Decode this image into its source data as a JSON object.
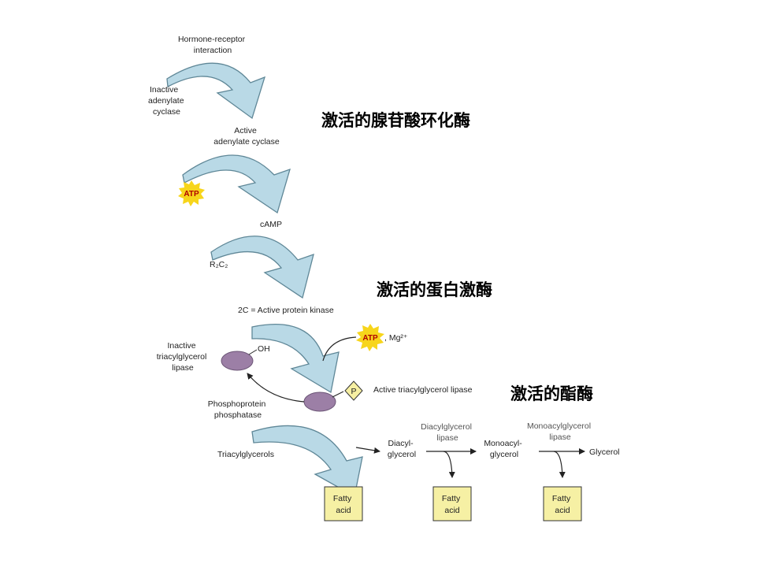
{
  "labels": {
    "hormone_receptor": [
      "Hormone-receptor",
      "interaction"
    ],
    "inactive_adenylate": [
      "Inactive",
      "adenylate",
      "cyclase"
    ],
    "active_adenylate": [
      "Active",
      "adenylate cyclase"
    ],
    "atp": "ATP",
    "camp": "cAMP",
    "r2c2": "R₂C₂",
    "active_protein_kinase": "2C = Active protein kinase",
    "mg": ", Mg²⁺",
    "inactive_tg_lipase": [
      "Inactive",
      "triacylglycerol",
      "lipase"
    ],
    "oh": "OH",
    "p": "P",
    "active_tg_lipase": "Active  triacylglycerol  lipase",
    "phosphoprotein": [
      "Phosphoprotein",
      "phosphatase"
    ],
    "triacylglycerols": "Triacylglycerols",
    "diacylglycerol": [
      "Diacyl-",
      "glycerol"
    ],
    "diacylglycerol_lipase": [
      "Diacylglycerol",
      "lipase"
    ],
    "monoacylglycerol": [
      "Monoacyl-",
      "glycerol"
    ],
    "monoacylglycerol_lipase": [
      "Monoacylglycerol",
      "lipase"
    ],
    "glycerol": "Glycerol",
    "fatty_acid": [
      "Fatty",
      "acid"
    ]
  },
  "annotations": {
    "activated_adenylate_cyclase": "激活的腺苷酸环化酶",
    "activated_protein_kinase": "激活的蛋白激酶",
    "activated_lipase": "激活的酯酶"
  },
  "colors": {
    "arrow_fill": "#b9d9e6",
    "arrow_stroke": "#5f8797",
    "atp_star": "#f7d51b",
    "enzyme_fill": "#9c7fa6",
    "p_diamond": "#f6efa2",
    "fatty_box": "#f6f0a4"
  }
}
